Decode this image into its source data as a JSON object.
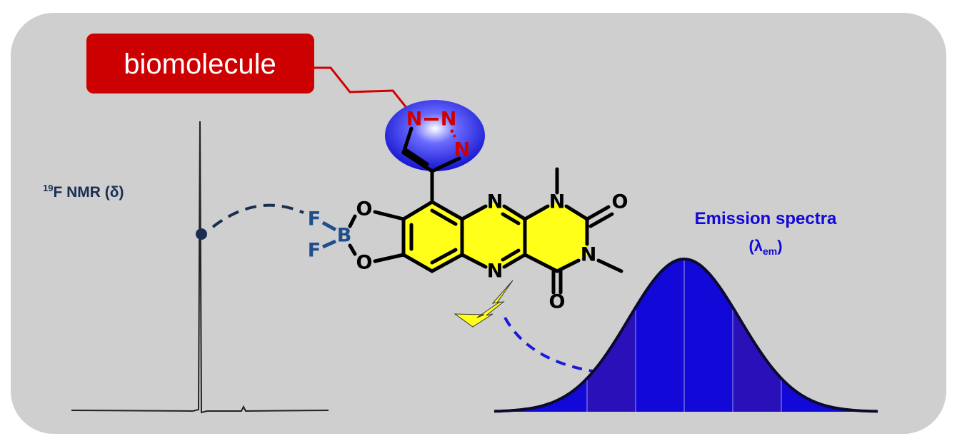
{
  "biomolecule_label": "biomolecule",
  "nmr_label": {
    "superscript": "19",
    "text": "F NMR (δ)"
  },
  "emission_label": {
    "line1": "Emission spectra",
    "lambda": "(λ",
    "subscript": "em",
    "close": ")"
  },
  "atoms": {
    "triazole_n1": "N",
    "triazole_n2": "N",
    "triazole_n3": "N",
    "o_upper": "O",
    "o_lower": "O",
    "boron": "B",
    "f_upper": "F",
    "f_lower": "F",
    "n_pyrazine_top": "N",
    "n_pyrazine_bottom": "N",
    "n_pyrimidine_1": "N",
    "n_pyrimidine_3": "N",
    "o_carbonyl_2": "O",
    "o_carbonyl_4": "O"
  },
  "colors": {
    "background": "#cfcfcf",
    "biomolecule_box": "#cc0000",
    "triazole_sphere": "#2a2ae6",
    "ring_fill": "#ffff1a",
    "boron_group": "#1f4e8c",
    "emission": "#1208d8",
    "nmr_text": "#1a2e50"
  }
}
